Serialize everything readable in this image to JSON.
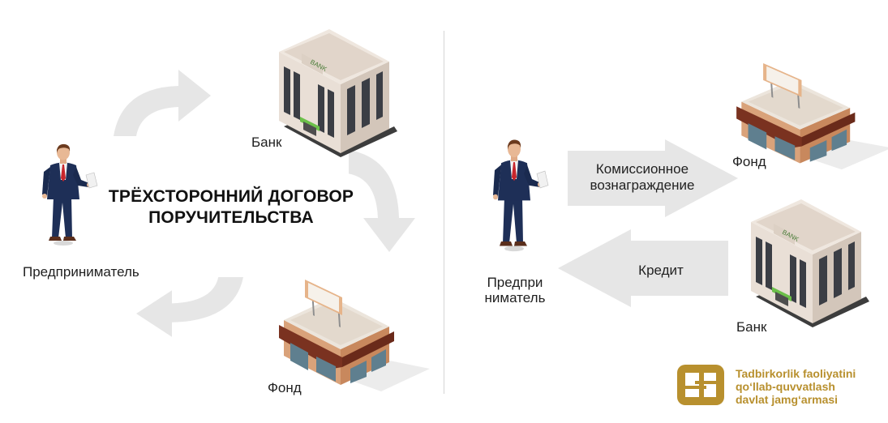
{
  "left_panel": {
    "title_line1": "ТРЁХСТОРОННИЙ ДОГОВОР",
    "title_line2": "ПОРУЧИТЕЛЬСТВА",
    "entrepreneur_label": "Предприниматель",
    "bank_label": "Банк",
    "fund_label": "Фонд",
    "bank_sign": "BANK"
  },
  "right_panel": {
    "entrepreneur_line1": "Предпри",
    "entrepreneur_line2": "ниматель",
    "fund_label": "Фонд",
    "bank_label": "Банк",
    "arrow_commission_line1": "Комиссионное",
    "arrow_commission_line2": "вознаграждение",
    "arrow_credit": "Кредит",
    "bank_sign": "BANK"
  },
  "logo": {
    "line1": "Tadbirkorlik faoliyatini",
    "line2": "qo‘llab-quvvatlash",
    "line3": "davlat jamg‘armasi"
  },
  "colors": {
    "arrow_gray": "#e6e6e6",
    "logo_gold": "#b8902e",
    "suit_navy": "#1e2f57",
    "tie_red": "#c8262c",
    "bank_wall": "#e9dfd6",
    "awning_brown": "#7a3220",
    "fund_wall": "#d9a27a"
  }
}
